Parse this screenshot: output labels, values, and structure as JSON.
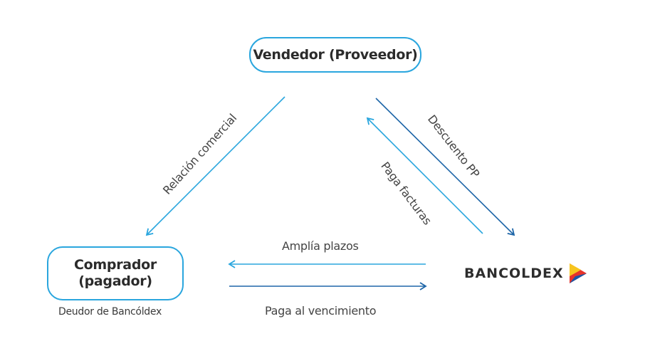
{
  "nodes": {
    "vendedor": "Vendedor (Proveedor)",
    "comprador": "Comprador\n(pagador)",
    "comprador_caption": "Deudor de Bancóldex"
  },
  "edges": {
    "relacion_comercial": "Relación comercial",
    "descuento_pp": "Descuento PP",
    "paga_facturas": "Paga facturas",
    "amplia_plazos": "Amplía plazos",
    "paga_vencimiento": "Paga al vencimiento"
  },
  "logo": {
    "text": "BANCOLDEX"
  },
  "colors": {
    "accent": "#2aa6de",
    "arrow_dark": "#1e66a8",
    "text": "#3a3a3a",
    "logo_red": "#e8332a",
    "logo_yellow": "#f7c51e",
    "logo_blue": "#1a56a6"
  }
}
